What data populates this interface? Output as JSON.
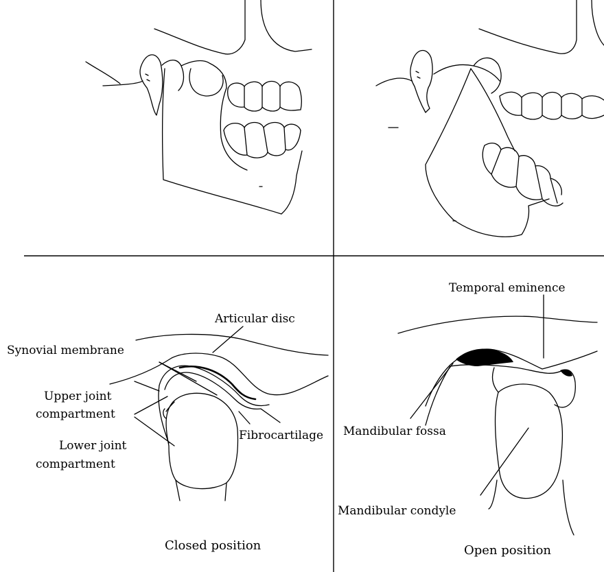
{
  "labels": {
    "articular_disc": "Articular disc",
    "synovial_membrane": "Synovial membrane",
    "upper_joint_1": "Upper joint",
    "upper_joint_2": "compartment",
    "lower_joint_1": "Lower joint",
    "lower_joint_2": "compartment",
    "fibrocartilage": "Fibrocartilage",
    "temporal_eminence": "Temporal eminence",
    "mandibular_fossa": "Mandibular fossa",
    "mandibular_condyle": "Mandibular condyle"
  },
  "captions": {
    "closed": "Closed position",
    "open": "Open position"
  },
  "colors": {
    "ink": "#000000",
    "background": "#ffffff"
  }
}
